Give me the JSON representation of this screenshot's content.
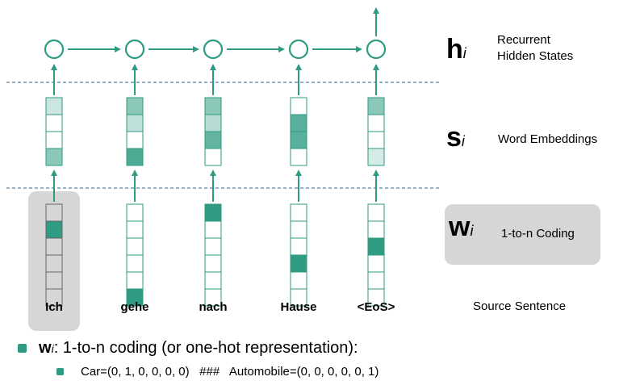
{
  "words": [
    "Ich",
    "gehe",
    "nach",
    "Hause",
    "<EoS>"
  ],
  "legend": {
    "h": {
      "symbol": "h",
      "sub": "i",
      "line1": "Recurrent",
      "line2": "Hidden States"
    },
    "s": {
      "symbol": "s",
      "sub": "i",
      "text": "Word Embeddings"
    },
    "w": {
      "symbol": "w",
      "sub": "i",
      "text": "1-to-n Coding"
    },
    "source": "Source Sentence"
  },
  "embeddings": [
    [
      0.25,
      0,
      0,
      0.55
    ],
    [
      0.55,
      0.3,
      0,
      0.85
    ],
    [
      0.55,
      0.35,
      0.75,
      0
    ],
    [
      0,
      0.8,
      0.8,
      0
    ],
    [
      0.55,
      0,
      0,
      0.2
    ]
  ],
  "onehot_active": [
    1,
    5,
    0,
    3,
    2
  ],
  "bullets": {
    "b1_sym": "w",
    "b1_sub": "i",
    "b1_text": ": 1-to-n coding (or one-hot representation):",
    "b2_text": "Car=(0, 1, 0, 0, 0, 0)   ###   Automobile=(0, 0, 0, 0, 0, 1)"
  },
  "colors": {
    "accent": "#2e9b82",
    "highlight": "#d6d6d6",
    "dashed": "#5b7fa8"
  }
}
